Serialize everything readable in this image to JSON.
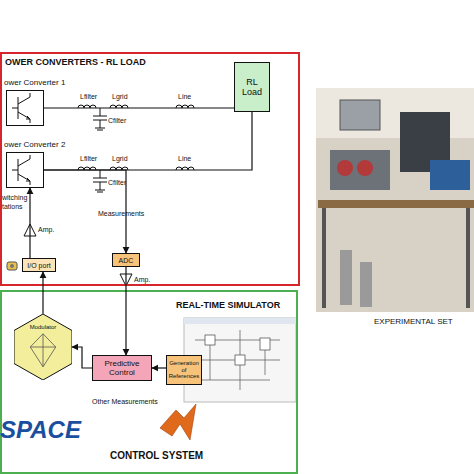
{
  "diagram": {
    "nodes": [
      {
        "text": [
          "OWER CONVERTERS - RL LOAD"
        ]
      },
      {
        "text": [
          "ower Converter 1"
        ],
        "in": 0
      },
      {
        "text": [
          "RL Load"
        ],
        "in": 0
      },
      {
        "text": [
          "ower Converter 2"
        ],
        "in": 0
      },
      {
        "text": [
          "ADC"
        ],
        "in": 0
      },
      {
        "text": [
          "I/O port"
        ],
        "in": 0
      },
      {
        "text": [
          "CONTROL SYSTEM"
        ]
      },
      {
        "text": [
          "Modulator"
        ],
        "in": 6
      },
      {
        "text": [
          "Predictive Control"
        ],
        "in": 6
      },
      {
        "text": [
          "Generation of References"
        ],
        "in": 6
      }
    ],
    "edges": [
      {
        "from": 1,
        "to": 2,
        "arrow": "none"
      },
      {
        "from": 3,
        "to": 2,
        "arrow": "none"
      },
      {
        "from": 3,
        "to": 4,
        "arrow": "to"
      },
      {
        "from": 4,
        "to": 8,
        "arrow": "to"
      },
      {
        "from": 8,
        "to": 7,
        "arrow": "to"
      },
      {
        "from": 7,
        "to": 5,
        "arrow": "to"
      },
      {
        "from": 5,
        "to": 3,
        "arrow": "to"
      },
      {
        "from": 9,
        "to": 8,
        "arrow": "to"
      }
    ],
    "labels": [
      "Lfilter",
      "Lgrid",
      "Line",
      "Cfilter",
      "Lfilter",
      "Lgrid",
      "Line",
      "Cfilter",
      "witching",
      "tations",
      "Measurements",
      "Amp.",
      "Amp.",
      "REAL-TIME SIMULATOR",
      "Other Measurements",
      "SPACE",
      "EXPERIMENTAL SET"
    ]
  }
}
